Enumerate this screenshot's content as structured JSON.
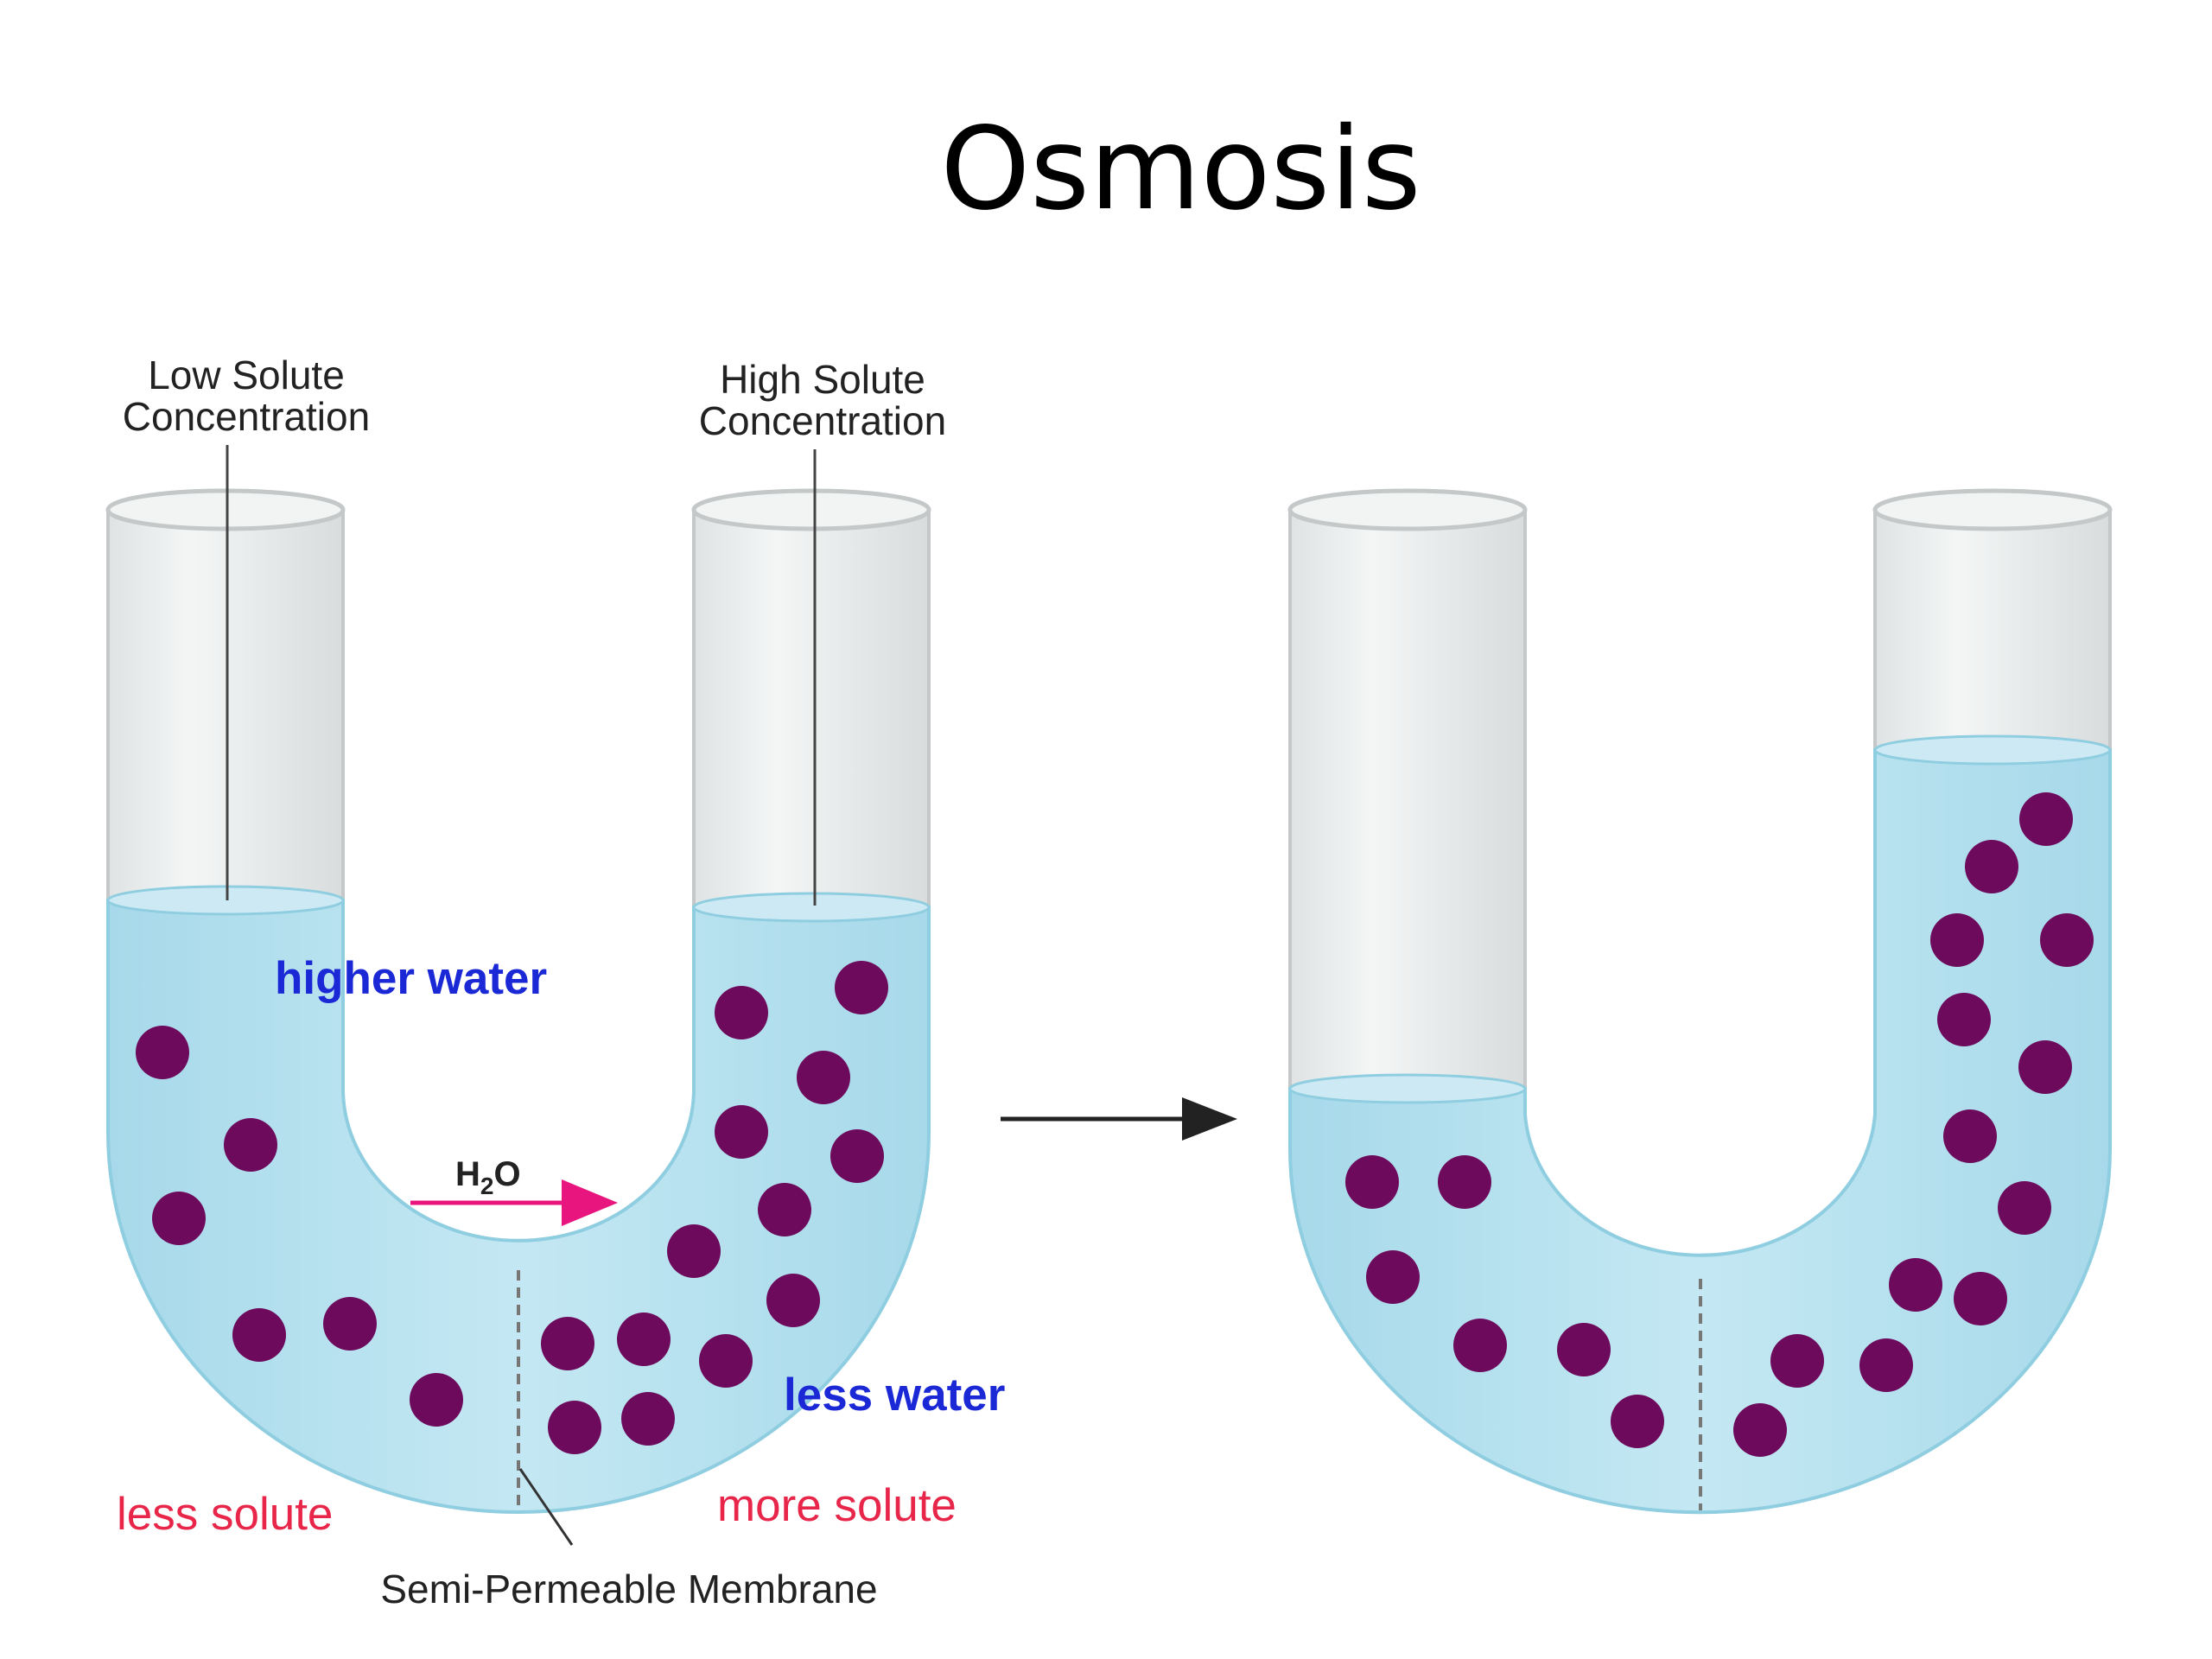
{
  "title": "Osmosis",
  "labels": {
    "low_solute": [
      "Low Solute",
      "Concentration"
    ],
    "high_solute": [
      "High Solute",
      "Concentration"
    ],
    "higher_water": "higher water",
    "less_water": "less water",
    "less_solute": "less solute",
    "more_solute": "more solute",
    "membrane": "Semi-Permeable Membrane",
    "h2o": "H",
    "h2o_sub": "2",
    "h2o_end": "O"
  },
  "colors": {
    "liquid": "#b8e2ef",
    "liquid_edge": "#8fcde0",
    "glass": "#e9ecec",
    "glass_edge": "#c4c8c8",
    "solute": "#6d0a5c",
    "arrow_h2o": "#e8157f",
    "label_blue": "#1a28d6",
    "label_red": "#e8264a"
  },
  "icons": {
    "process_arrow": "arrow-right-icon",
    "water_flow_arrow": "arrow-right-icon",
    "solute_particle": "circle-icon"
  }
}
